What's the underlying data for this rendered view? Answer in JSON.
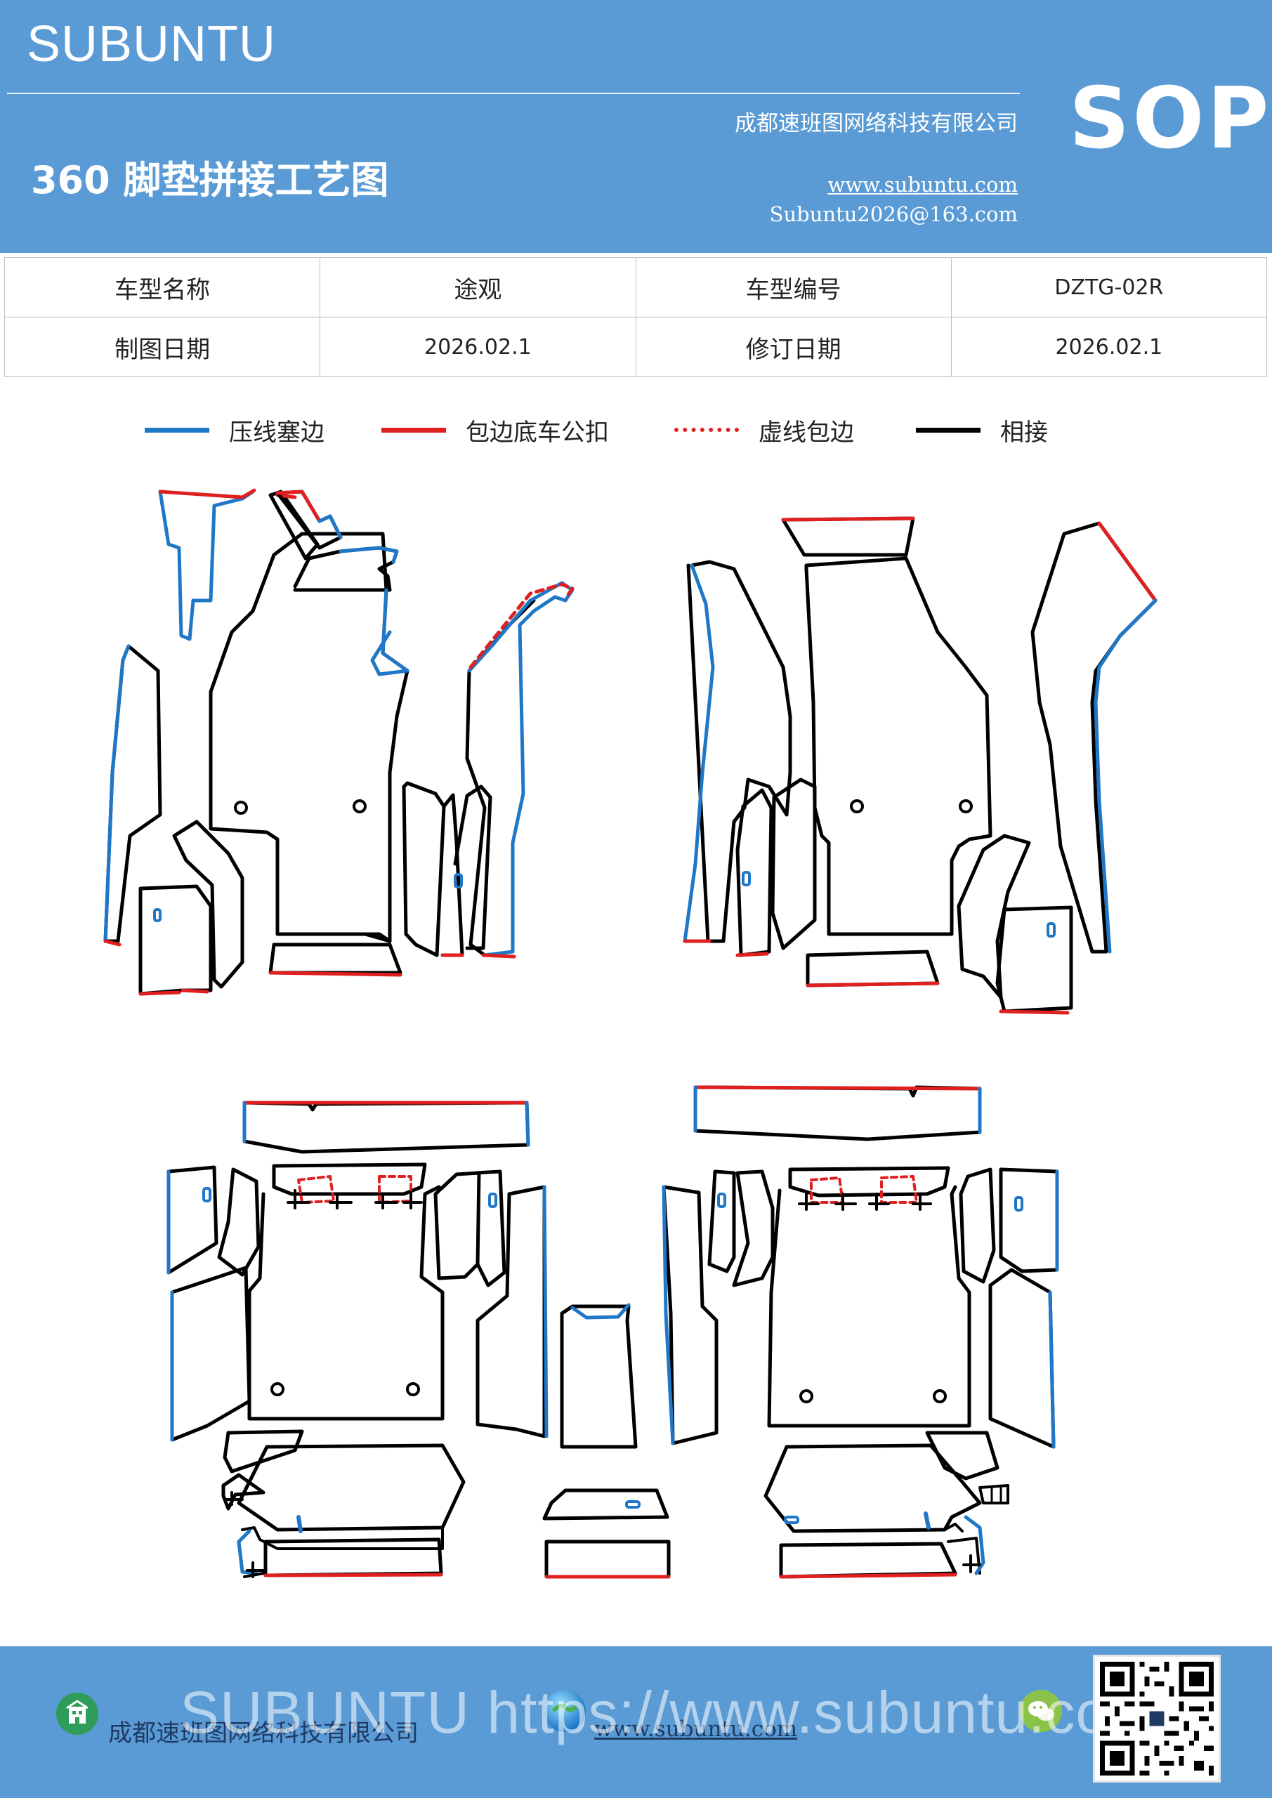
{
  "header": {
    "brand": "SUBUNTU",
    "title": "360 脚垫拼接工艺图",
    "company": "成都速班图网络科技有限公司",
    "website": "www.subuntu.com",
    "email": "Subuntu2026@163.com",
    "badge": "SOP"
  },
  "info_table": {
    "rows": [
      [
        "车型名称",
        "途观",
        "车型编号",
        "DZTG-02R"
      ],
      [
        "制图日期",
        "2026.02.1",
        "修订日期",
        "2026.02.1"
      ]
    ]
  },
  "legend": [
    {
      "label": "压线塞边",
      "color": "#1f77c8",
      "style": "solid"
    },
    {
      "label": "包边底车公扣",
      "color": "#e02020",
      "style": "solid"
    },
    {
      "label": "虚线包边",
      "color": "#e02020",
      "style": "dashed"
    },
    {
      "label": "相接",
      "color": "#000000",
      "style": "solid"
    }
  ],
  "footer": {
    "company": "成都速班图网络科技有限公司",
    "website": "www.subuntu.com",
    "watermark": "SUBUNTU https://www.subuntu.com"
  },
  "colors": {
    "brand_blue": "#5b9bd5",
    "press_line_blue": "#1f77c8",
    "edge_red": "#e02020",
    "joint_black": "#000000"
  }
}
